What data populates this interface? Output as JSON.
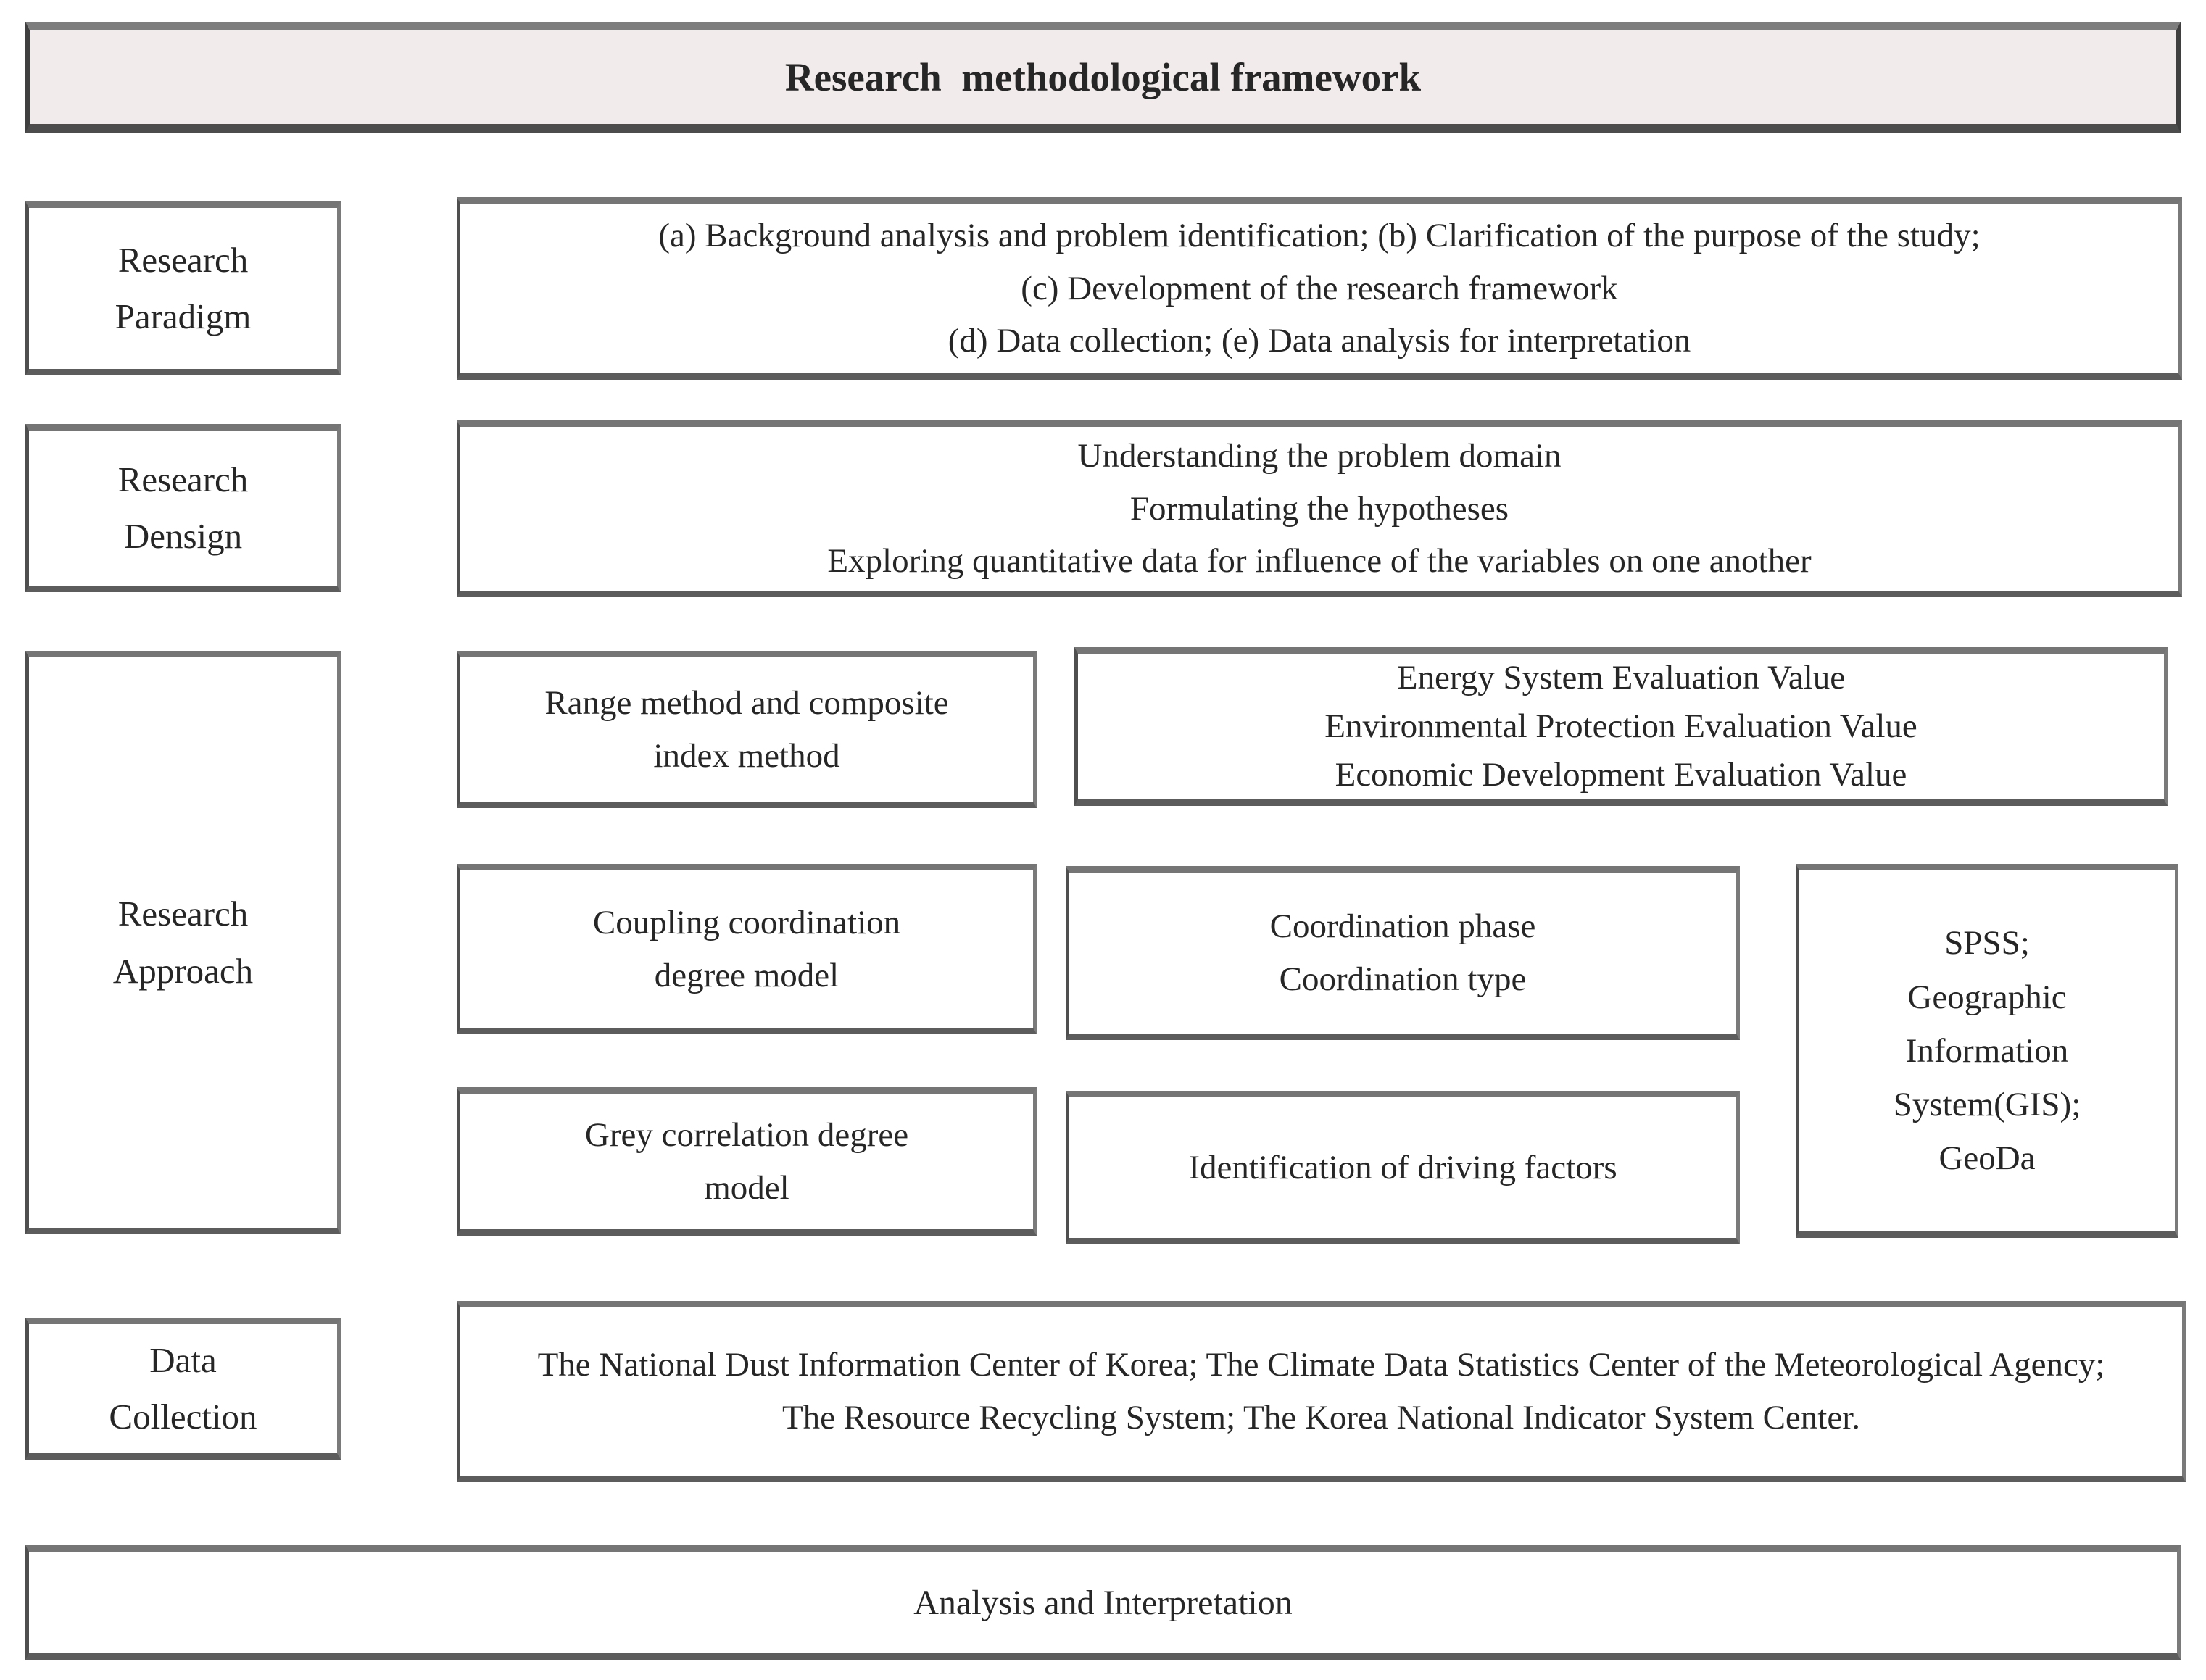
{
  "title": "Research  methodological framework",
  "sections": {
    "paradigm": {
      "label": "Research\nParadigm",
      "content": "(a) Background analysis and problem identification; (b) Clarification of the purpose of the study;\n(c) Development of the research framework\n(d) Data collection; (e) Data analysis for interpretation"
    },
    "design": {
      "label": "Research\nDensign",
      "content": "Understanding the problem domain\nFormulating the hypotheses\nExploring quantitative data for influence of the variables on one another"
    },
    "approach": {
      "label": "Research\nApproach",
      "boxes": {
        "range_method": "Range method and composite\nindex method",
        "evaluation_values": "Energy System Evaluation Value\nEnvironmental Protection Evaluation Value\nEconomic Development Evaluation Value",
        "coupling_model": "Coupling coordination\ndegree model",
        "coordination": "Coordination phase\nCoordination type",
        "analysis_tools": "SPSS;\nGeographic\nInformation\nSystem(GIS);\nGeoDa",
        "grey_model": "Grey correlation degree\nmodel",
        "driving_factors": "Identification of driving factors"
      }
    },
    "data_collection": {
      "label": "Data\nCollection",
      "content": "The National Dust Information Center of Korea; The Climate Data Statistics Center of the Meteorological Agency; The Resource Recycling System; The Korea National Indicator System Center."
    },
    "analysis": {
      "label": "Analysis and Interpretation"
    }
  },
  "colors": {
    "page_bg": "#ffffff",
    "title_bg": "#f1ebeb",
    "box_bg": "#ffffff",
    "border_dark": "#4f4f4f",
    "border_gray": "#7a7a7a",
    "text": "#262626"
  }
}
